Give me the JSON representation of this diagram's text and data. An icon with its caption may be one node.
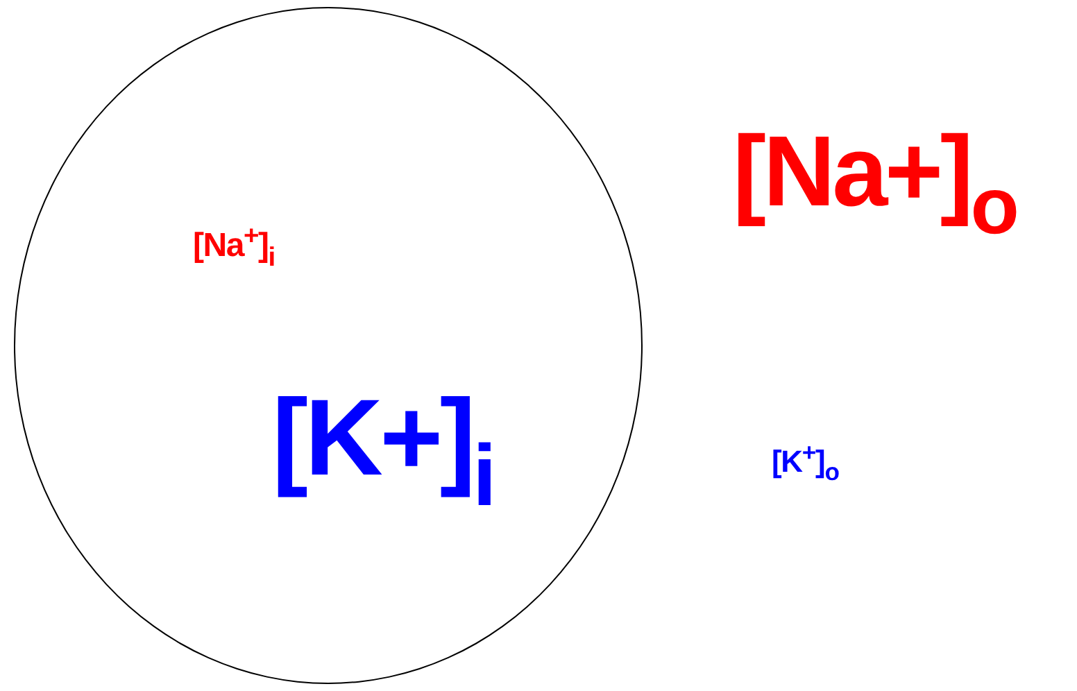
{
  "diagram": {
    "nodes": [
      {
        "text": [
          "[Na$^{+}$]$_{i}$",
          "[K+]$_{i}$"
        ]
      }
    ],
    "labels": [
      "[Na+]$_{o}$",
      "[K$^{+}$]$_{o}$"
    ]
  }
}
